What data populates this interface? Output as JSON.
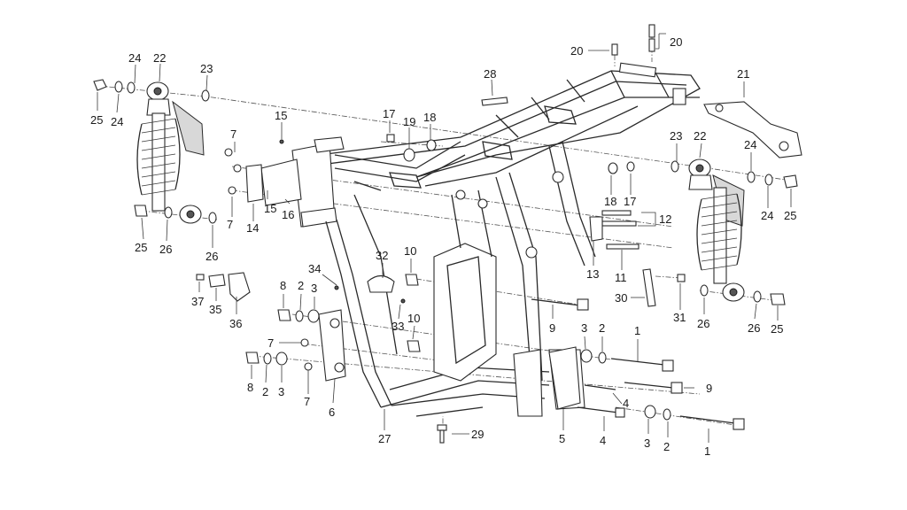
{
  "diagram": {
    "colors": {
      "line": "#2a2a2a",
      "background": "#ffffff",
      "shade": "#d8d8d8"
    },
    "callouts": [
      {
        "id": "c20a",
        "text": "20"
      },
      {
        "id": "c20b",
        "text": "20"
      },
      {
        "id": "c28",
        "text": "28"
      },
      {
        "id": "c21",
        "text": "21"
      },
      {
        "id": "c24a",
        "text": "24"
      },
      {
        "id": "c22a",
        "text": "22"
      },
      {
        "id": "c23a",
        "text": "23"
      },
      {
        "id": "c25a",
        "text": "25"
      },
      {
        "id": "c24b",
        "text": "24"
      },
      {
        "id": "c15a",
        "text": "15"
      },
      {
        "id": "c17a",
        "text": "17"
      },
      {
        "id": "c19",
        "text": "19"
      },
      {
        "id": "c18a",
        "text": "18"
      },
      {
        "id": "c7a",
        "text": "7"
      },
      {
        "id": "c15b",
        "text": "15"
      },
      {
        "id": "c16",
        "text": "16"
      },
      {
        "id": "c14",
        "text": "14"
      },
      {
        "id": "c7b",
        "text": "7"
      },
      {
        "id": "c25b",
        "text": "25"
      },
      {
        "id": "c26a",
        "text": "26"
      },
      {
        "id": "c26b",
        "text": "26"
      },
      {
        "id": "c23b",
        "text": "23"
      },
      {
        "id": "c22b",
        "text": "22"
      },
      {
        "id": "c24c",
        "text": "24"
      },
      {
        "id": "c24d",
        "text": "24"
      },
      {
        "id": "c25c",
        "text": "25"
      },
      {
        "id": "c18b",
        "text": "18"
      },
      {
        "id": "c17b",
        "text": "17"
      },
      {
        "id": "c12",
        "text": "12"
      },
      {
        "id": "c13",
        "text": "13"
      },
      {
        "id": "c11",
        "text": "11"
      },
      {
        "id": "c32",
        "text": "32"
      },
      {
        "id": "c10a",
        "text": "10"
      },
      {
        "id": "c34",
        "text": "34"
      },
      {
        "id": "c33",
        "text": "33"
      },
      {
        "id": "c10b",
        "text": "10"
      },
      {
        "id": "c37",
        "text": "37"
      },
      {
        "id": "c35",
        "text": "35"
      },
      {
        "id": "c36",
        "text": "36"
      },
      {
        "id": "c8a",
        "text": "8"
      },
      {
        "id": "c2a",
        "text": "2"
      },
      {
        "id": "c3a",
        "text": "3"
      },
      {
        "id": "c30",
        "text": "30"
      },
      {
        "id": "c31",
        "text": "31"
      },
      {
        "id": "c9a",
        "text": "9"
      },
      {
        "id": "c26c",
        "text": "26"
      },
      {
        "id": "c26d",
        "text": "26"
      },
      {
        "id": "c25d",
        "text": "25"
      },
      {
        "id": "c3b",
        "text": "3"
      },
      {
        "id": "c2b",
        "text": "2"
      },
      {
        "id": "c1a",
        "text": "1"
      },
      {
        "id": "c7c",
        "text": "7"
      },
      {
        "id": "c8b",
        "text": "8"
      },
      {
        "id": "c2c",
        "text": "2"
      },
      {
        "id": "c3c",
        "text": "3"
      },
      {
        "id": "c7d",
        "text": "7"
      },
      {
        "id": "c6",
        "text": "6"
      },
      {
        "id": "c9b",
        "text": "9"
      },
      {
        "id": "c4a",
        "text": "4"
      },
      {
        "id": "c5",
        "text": "5"
      },
      {
        "id": "c4b",
        "text": "4"
      },
      {
        "id": "c3d",
        "text": "3"
      },
      {
        "id": "c2d",
        "text": "2"
      },
      {
        "id": "c1b",
        "text": "1"
      },
      {
        "id": "c27",
        "text": "27"
      },
      {
        "id": "c29",
        "text": "29"
      }
    ]
  }
}
